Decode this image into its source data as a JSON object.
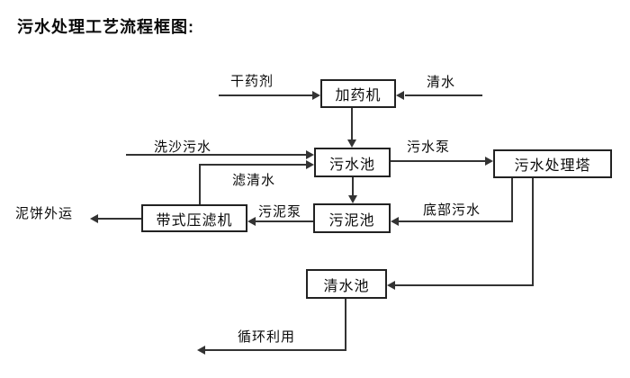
{
  "title": "污水处理工艺流程框图:",
  "nodes": {
    "dosing_machine": "加药机",
    "sewage_pool": "污水池",
    "treatment_tower": "污水处理塔",
    "sludge_pool": "污泥池",
    "belt_filter_press": "带式压滤机",
    "clean_water_pool": "清水池"
  },
  "edge_labels": {
    "dry_chemical": "干药剂",
    "clean_water": "清水",
    "sand_washing_sewage": "洗沙污水",
    "filtered_water": "滤清水",
    "sewage_pump": "污水泵",
    "bottom_sewage": "底部污水",
    "sludge_pump": "污泥泵",
    "mud_cake_out": "泥饼外运",
    "recycle": "循环利用"
  },
  "colors": {
    "line": "#333333",
    "box_border": "#222222",
    "text": "#0a0a0a",
    "background": "#ffffff"
  }
}
